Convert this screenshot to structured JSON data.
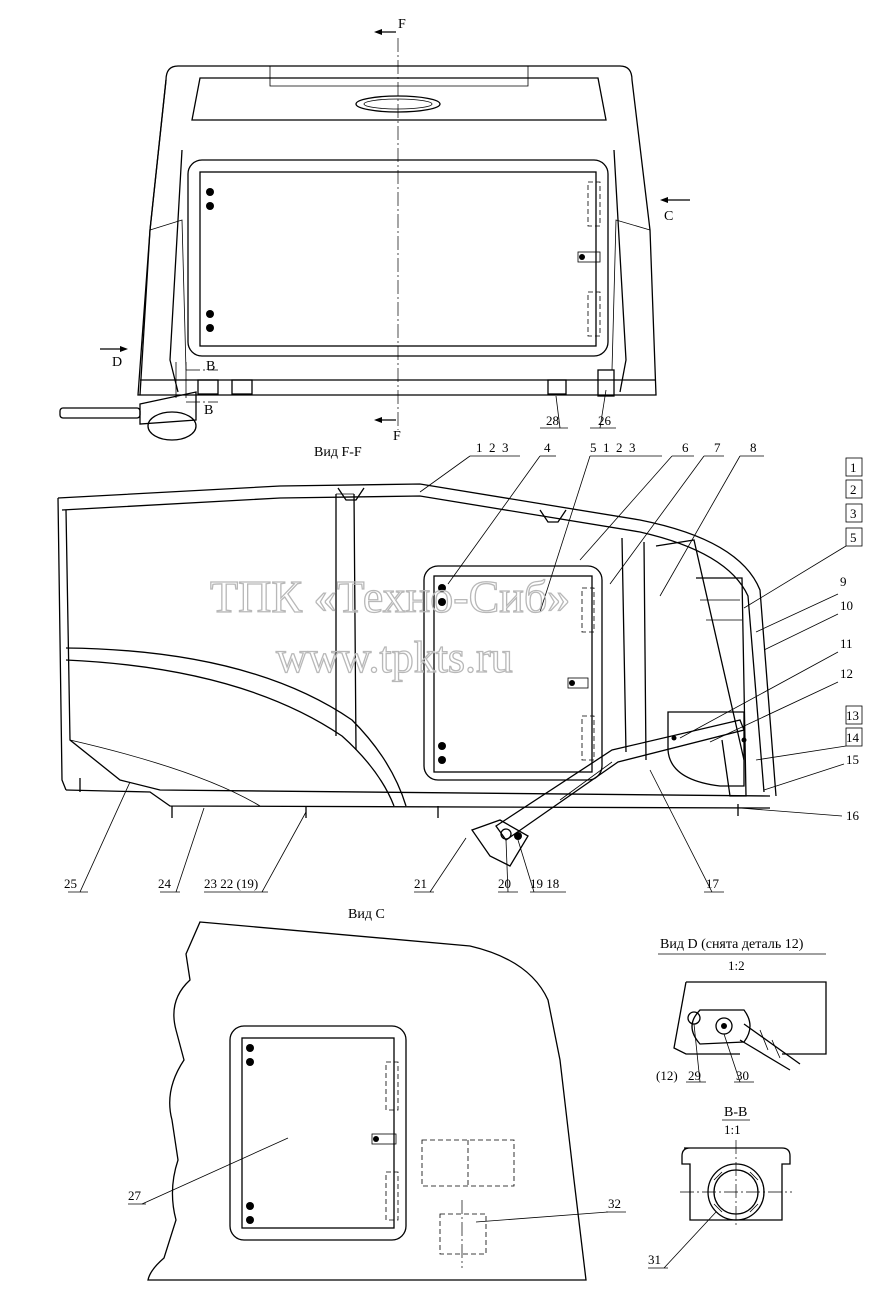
{
  "watermark": {
    "company": "ТПК «Техно-Сиб»",
    "url": "www.tpkts.ru"
  },
  "section_marks": {
    "F_top": "F",
    "F_bottom": "F",
    "C": "C",
    "D": "D",
    "B_upper": "B",
    "B_lower": "B"
  },
  "views": {
    "ff": "Вид F-F",
    "c": "Вид C",
    "d": "Вид D (снята деталь 12)",
    "d_scale": "1:2",
    "bb": "B-B",
    "bb_scale": "1:1"
  },
  "callouts": {
    "top": [
      "28",
      "26"
    ],
    "ff_top": [
      "1  2  3",
      "4",
      "5  1  2  3",
      "6",
      "7",
      "8"
    ],
    "ff_right": [
      "9",
      "10",
      "11",
      "12",
      "13",
      "14",
      "15",
      "16"
    ],
    "ff_bottom": [
      "25",
      "24",
      "23 22 (19)",
      "21",
      "20",
      "19 18",
      "17"
    ],
    "boxed_group_upper": [
      "1",
      "2",
      "3",
      "5"
    ],
    "boxed_group_lower": [
      "13",
      "14"
    ],
    "view_c": [
      "27",
      "32"
    ],
    "view_d": [
      "(12)",
      "29",
      "30"
    ],
    "view_bb": [
      "31"
    ]
  }
}
